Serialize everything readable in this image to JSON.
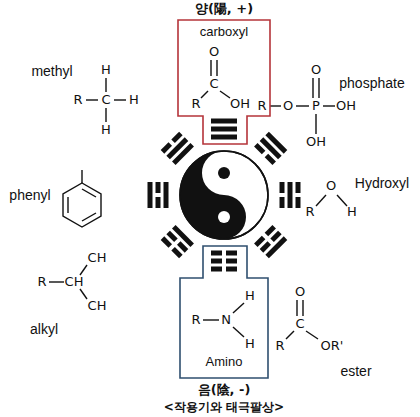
{
  "diagram": {
    "title": "양(陽, +)",
    "caption": "<작용기와 태극팔상>",
    "nodes": [
      {
        "text": [
          "carboxyl",
          "O",
          "C",
          "R",
          "OH"
        ]
      },
      {
        "text": [
          "H",
          "R",
          "N",
          "H",
          "Amino"
        ]
      }
    ],
    "labels": [
      "methyl",
      "H",
      "R",
      "C",
      "H",
      "H",
      "phosphate",
      "O",
      "R",
      "O",
      "P",
      "OH",
      "OH",
      "phenyl",
      "O",
      "R",
      "H",
      "Hydroxyl",
      "CH",
      "R",
      "CH",
      "CH",
      "alkyl",
      "O",
      "C",
      "R",
      "OR'",
      "ester",
      "음(陰, -)"
    ]
  }
}
